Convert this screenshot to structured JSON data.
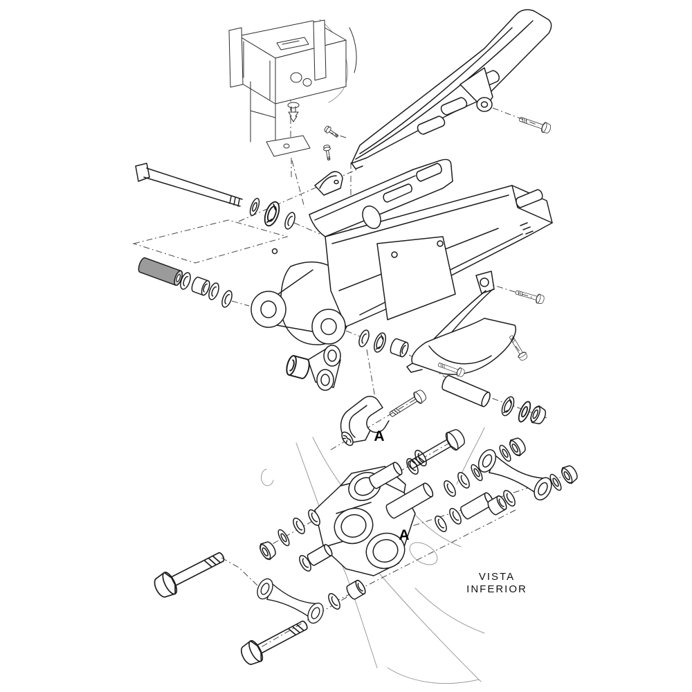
{
  "figure": {
    "kind": "exploded-parts-line-drawing",
    "view_count_labels": 2
  },
  "labels": {
    "callout_upper": "A",
    "callout_lower": "A",
    "caption_line1": "VISTA",
    "caption_line2": "INFERIOR"
  },
  "colors": {
    "background": "#ffffff",
    "line": "#1c1c1c",
    "ghost_line": "#9a9a9a",
    "sleeve_fill": "#9b9b9b",
    "label_text": "#000000"
  },
  "parts": [
    "battery-box-bracket",
    "push-rivet",
    "bracket-foot-plate",
    "chain-guard",
    "chain-guard-bolt",
    "pan-screw-upper",
    "pan-screw-lower",
    "cable-clamp",
    "swingarm",
    "pivot-bolt",
    "pivot-washer",
    "pivot-seal",
    "pivot-snap-ring",
    "spacer-sleeve-gray",
    "pivot-bushings",
    "pivot-boss-seals",
    "chain-slider",
    "slider-screws",
    "spacer-collar",
    "collar-seal",
    "collar-washer",
    "collar-nut",
    "linkage-knuckle",
    "roller-bracket",
    "bracket-bolt",
    "wave-washer",
    "relay-arm",
    "tie-rod-right",
    "tie-rod-lower",
    "linkage-sleeves",
    "linkage-bushings",
    "linkage-washers",
    "flange-nuts",
    "linkage-bolt-upper",
    "linkage-bolt-left",
    "linkage-bolt-lower",
    "frame-ghost-outline"
  ]
}
